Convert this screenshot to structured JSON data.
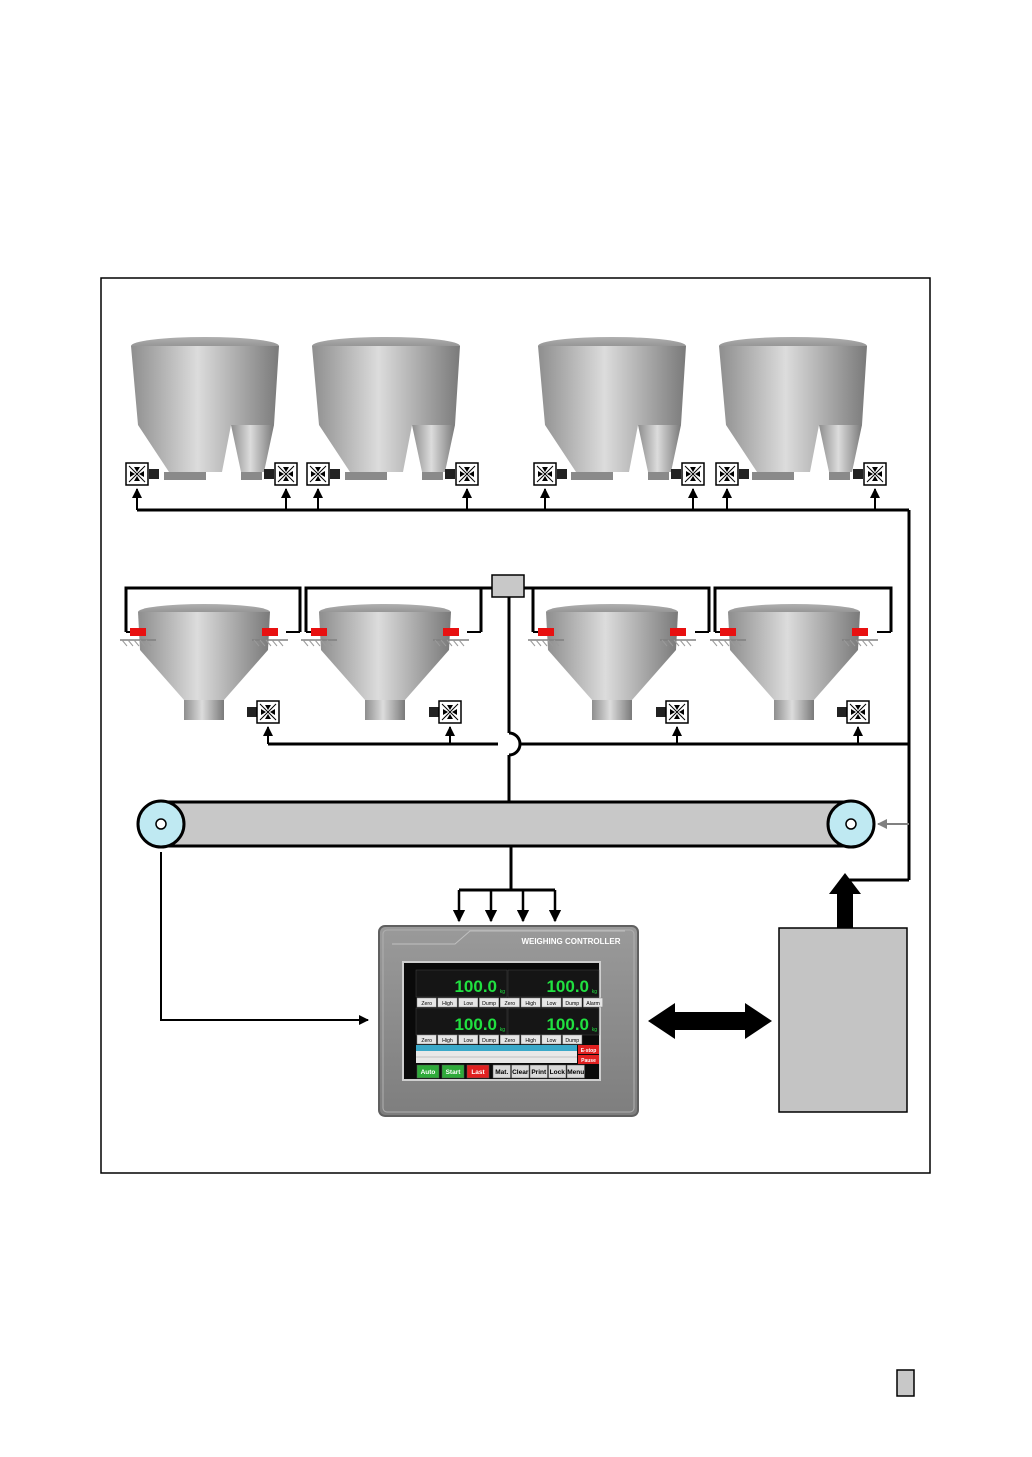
{
  "controller": {
    "brand_label": "WEIGHING CONTROLLER",
    "weights": [
      "100.0",
      "100.0",
      "100.0",
      "100.0"
    ],
    "unit": "kg",
    "row1_buttons": [
      "Zero",
      "High",
      "Low",
      "Dump",
      "Zero",
      "High",
      "Low",
      "Dump",
      "Alarm"
    ],
    "row2_buttons": [
      "Zero",
      "High",
      "Low",
      "Dump",
      "Zero",
      "High",
      "Low",
      "Dump"
    ],
    "action_buttons": [
      "Auto",
      "Start",
      "Last",
      "Mat.",
      "Clear",
      "Print",
      "Lock",
      "Menu"
    ],
    "estop_label": "E-stop",
    "pause_label": "Pause"
  },
  "colors": {
    "line": "#000000",
    "silo_light": "#d8d8d8",
    "silo_dark": "#808080",
    "load_cell": "#e81010",
    "roller": "#bfe9f2",
    "belt": "#c8c8c8",
    "screen_bg": "#0a0a0a",
    "weight_text": "#20e040",
    "cabinet": "#c4c4c4"
  },
  "icons": [
    "valve-icon",
    "load-cell-icon",
    "roller-icon",
    "bidirectional-arrow-icon",
    "page-marker-icon"
  ]
}
